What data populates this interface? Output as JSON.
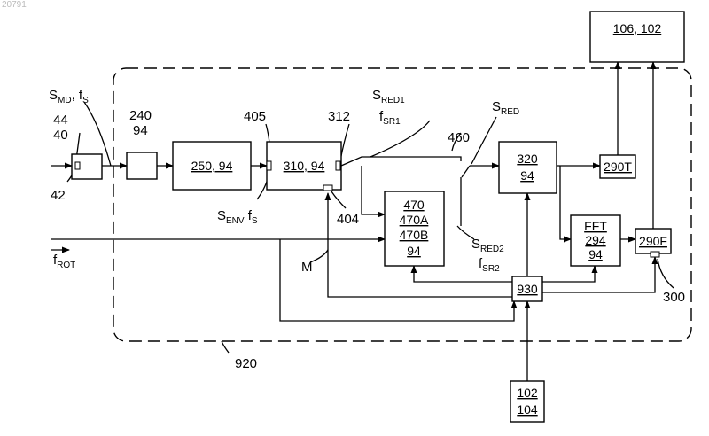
{
  "watermark": "20791",
  "boxes": {
    "b106": "106, 102",
    "b250": "250, 94",
    "b310": "310, 94",
    "b320": [
      "320",
      "94"
    ],
    "b290t": "290T",
    "b470": [
      "470",
      "470A",
      "470B",
      "94"
    ],
    "b_fft": [
      "FFT",
      "294",
      "94"
    ],
    "b290f": "290F",
    "b930": "930",
    "b102": [
      "102",
      "104"
    ]
  },
  "labels": {
    "smd": "S",
    "smd_sub": "MD",
    "smd_fs": ", f",
    "smd_fs_sub": "S",
    "n44": "44",
    "n40": "40",
    "n42": "42",
    "n240": "240",
    "n94": "94",
    "n405": "405",
    "n312": "312",
    "sred1": "S",
    "sred1_sub": "RED1",
    "fsr1": "f",
    "fsr1_sub": "SR1",
    "n460": "460",
    "sred": "S",
    "sred_sub": "RED",
    "senv": "S",
    "senv_sub": "ENV",
    "senv_fs": " f",
    "senv_fs_sub": "S",
    "n404": "404",
    "sred2": "S",
    "sred2_sub": "RED2",
    "fsr2": "f",
    "fsr2_sub": "SR2",
    "frot": "f",
    "frot_sub": "ROT",
    "m": "M",
    "n300": "300",
    "n920": "920"
  }
}
